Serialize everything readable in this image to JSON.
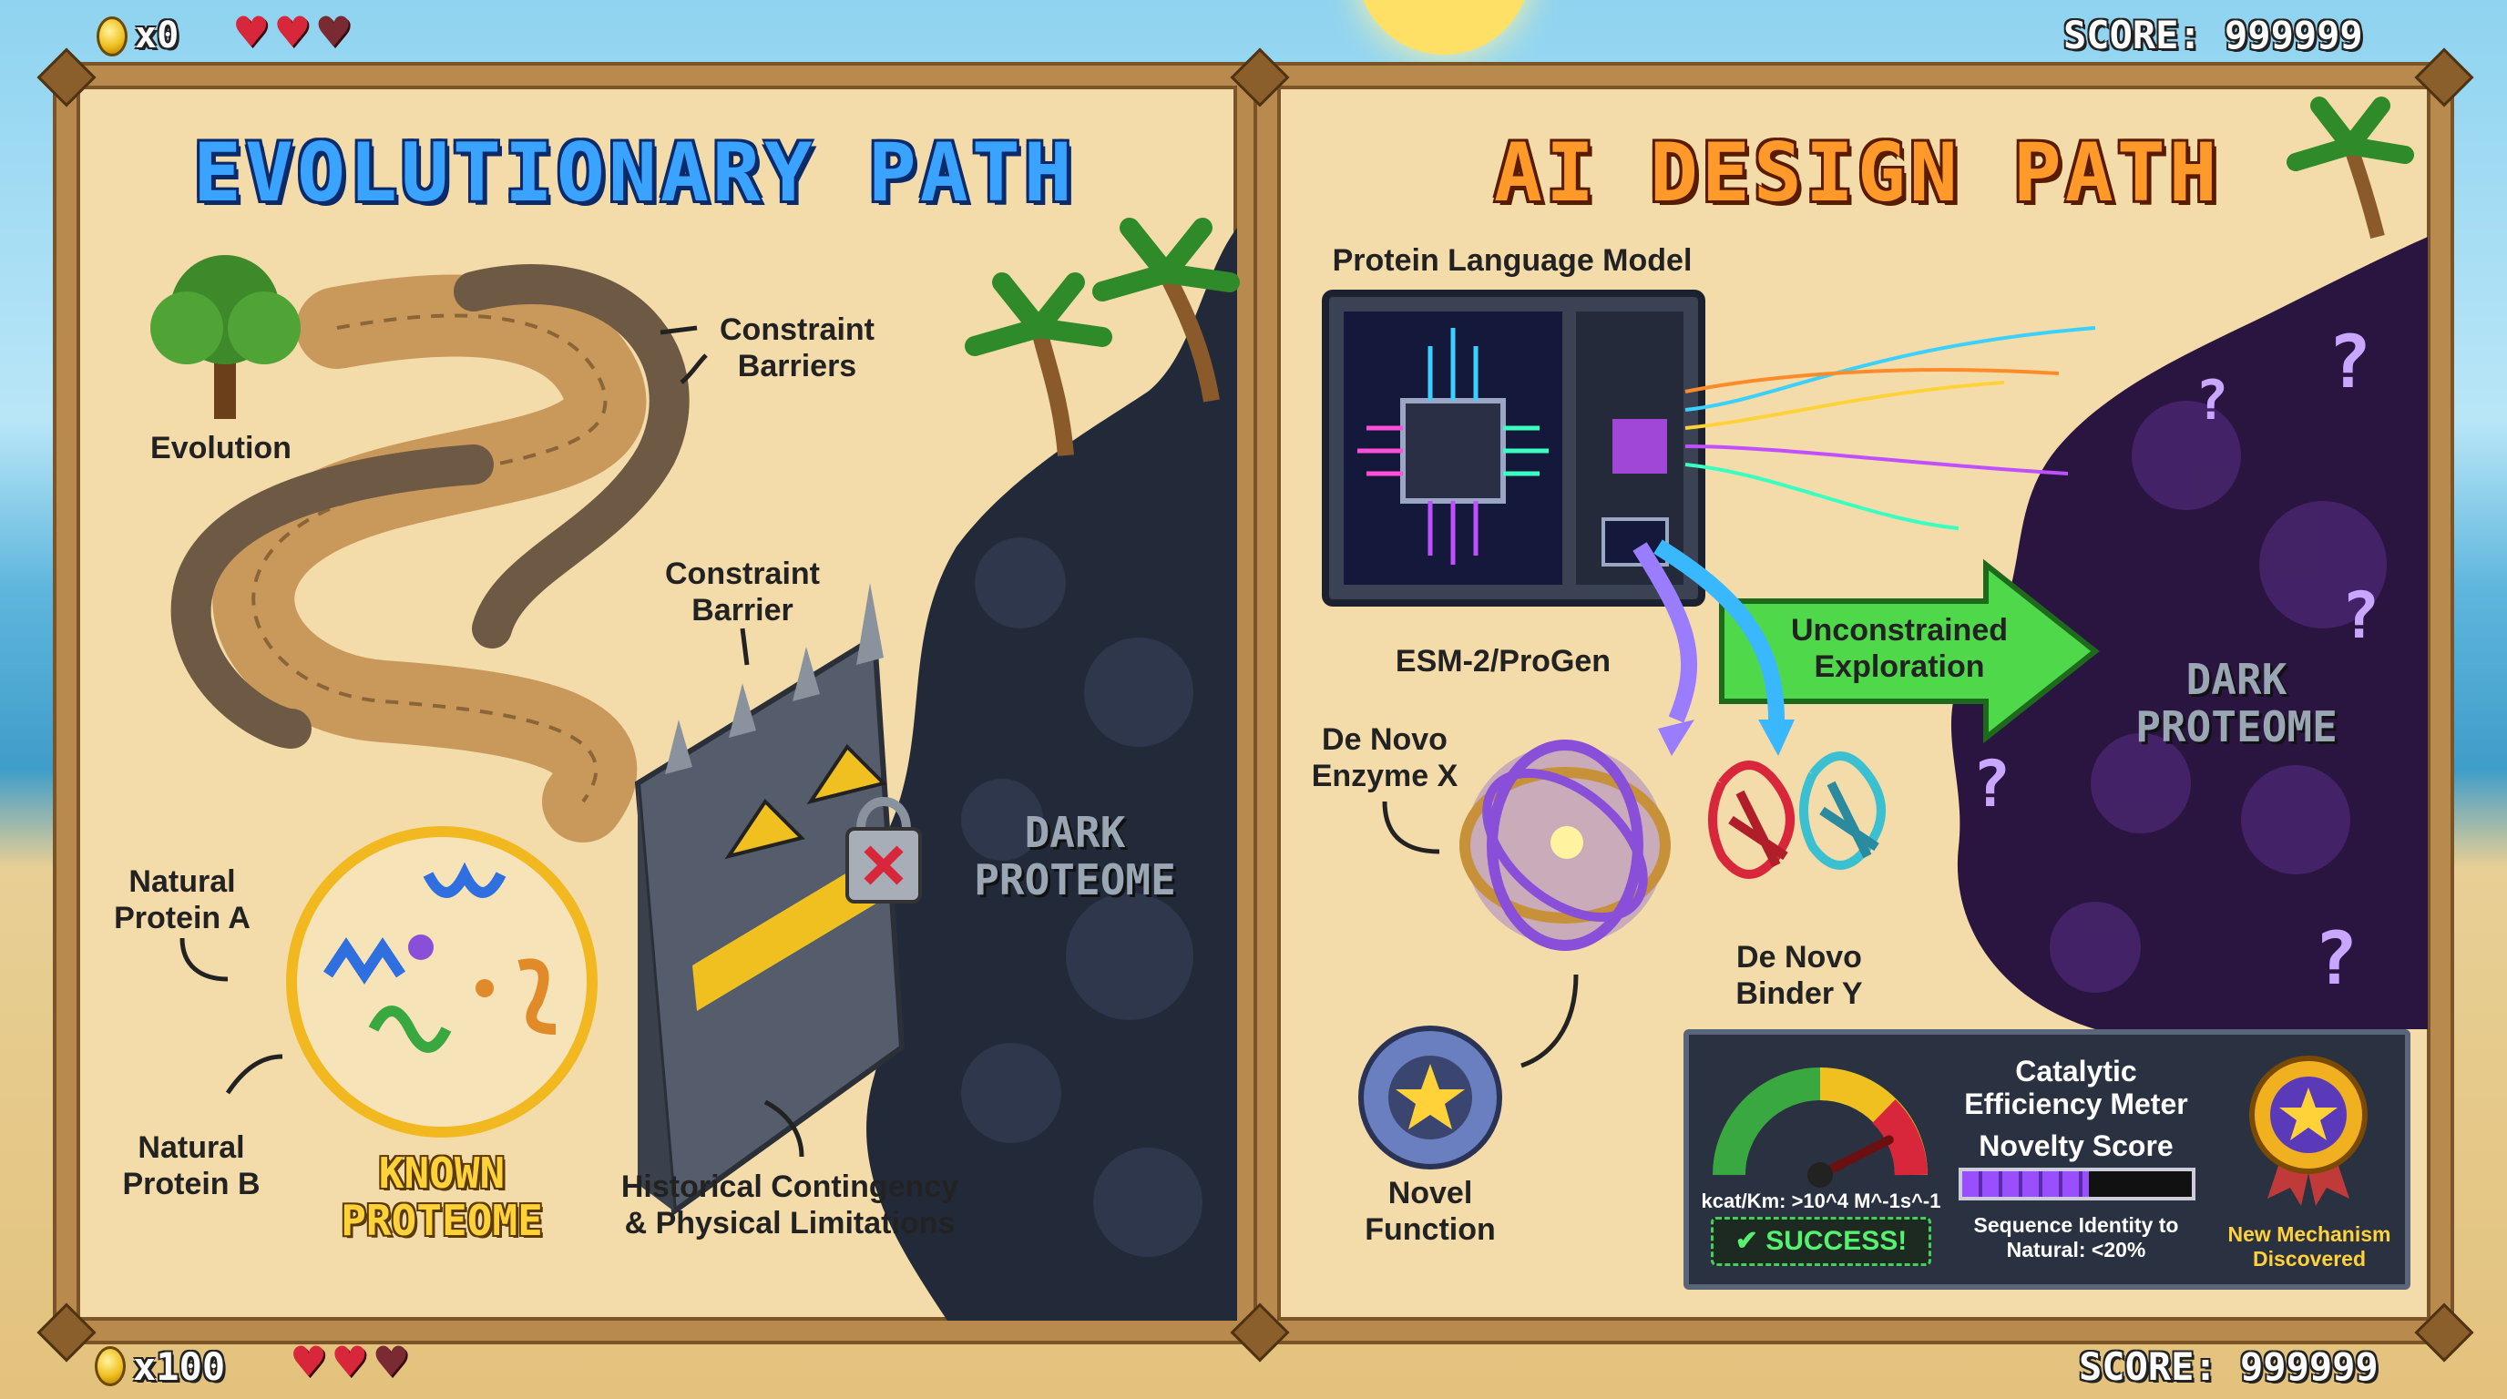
{
  "hud_top": {
    "coins": "x0",
    "score": "SCORE: 999999",
    "hearts": [
      "full",
      "full",
      "half"
    ]
  },
  "hud_bottom": {
    "coins": "x100",
    "score": "SCORE: 999999",
    "hearts": [
      "full",
      "full",
      "half"
    ]
  },
  "left_panel": {
    "title": "EVOLUTIONARY PATH",
    "evolution": "Evolution",
    "constraint_barriers": [
      "Constraint",
      "Barriers"
    ],
    "constraint_barrier": [
      "Constraint",
      "Barrier"
    ],
    "natural_protein_a": [
      "Natural",
      "Protein A"
    ],
    "natural_protein_b": [
      "Natural",
      "Protein B"
    ],
    "known_proteome": [
      "KNOWN",
      "PROTEOME"
    ],
    "historical": [
      "Historical Contingency",
      "& Physical Limitations"
    ],
    "dark_proteome": [
      "DARK",
      "PROTEOME"
    ]
  },
  "right_panel": {
    "title": "AI DESIGN PATH",
    "model_label": "Protein Language Model",
    "model_name": "ESM-2/ProGen",
    "unconstrained": [
      "Unconstrained",
      "Exploration"
    ],
    "dark_proteome": [
      "DARK",
      "PROTEOME"
    ],
    "enzyme": [
      "De Novo",
      "Enzyme X"
    ],
    "binder": [
      "De Novo",
      "Binder Y"
    ],
    "novel_function": [
      "Novel",
      "Function"
    ],
    "meter": {
      "title": [
        "Catalytic",
        "Efficiency Meter"
      ],
      "kcat": "kcat/Km: >10^4 M^-1s^-1",
      "success": "✔ SUCCESS!",
      "novelty_label": "Novelty Score",
      "novelty_fraction": 0.55,
      "seq_identity": [
        "Sequence Identity to",
        "Natural: <20%"
      ],
      "medal": [
        "New Mechanism",
        "Discovered"
      ],
      "gauge_fraction": 0.85
    }
  },
  "colors": {
    "frame": "#b98a4e",
    "sand": "#f3dcaa",
    "dark": "#1e2535",
    "purple": "#3a1a5a"
  }
}
